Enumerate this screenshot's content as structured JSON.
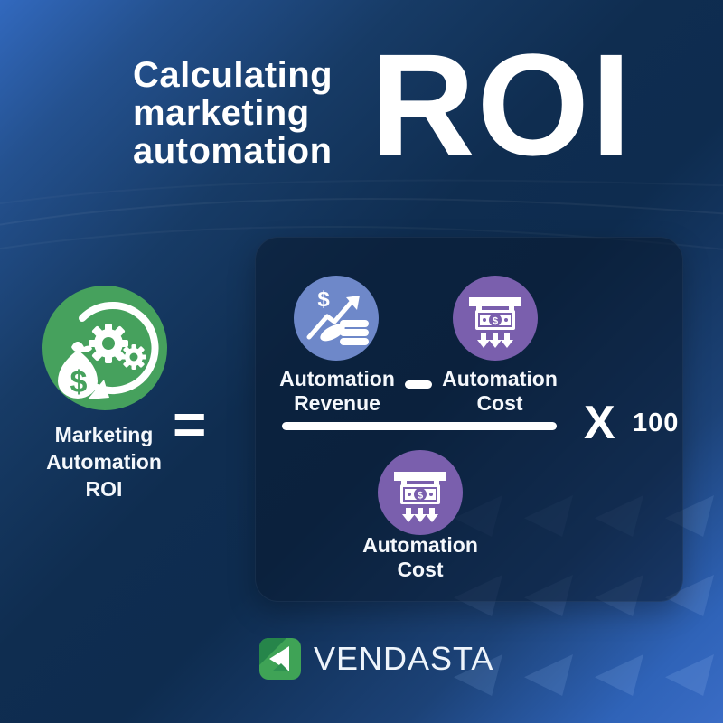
{
  "title": {
    "line1": "Calculating",
    "line2": "marketing",
    "line3": "automation",
    "roi": "ROI"
  },
  "equation": {
    "result_label": {
      "line1": "Marketing",
      "line2": "Automation",
      "line3": "ROI"
    },
    "equals_sign": "=",
    "numerator_left": {
      "line1": "Automation",
      "line2": "Revenue"
    },
    "minus_sign": "−",
    "numerator_right": {
      "line1": "Automation",
      "line2": "Cost"
    },
    "denominator": {
      "line1": "Automation",
      "line2": "Cost"
    },
    "times_sign": "X",
    "multiplier": "100",
    "dollar_sign": "$"
  },
  "icons": {
    "result": "money-bag-gears-cycle-icon",
    "revenue": "dollar-growth-coins-icon",
    "cost": "cash-dispenser-icon",
    "brand": "vendasta-logo-icon"
  },
  "footer": {
    "brand": "VENDASTA"
  },
  "colors": {
    "background_top_left": "#3269be",
    "background_dark": "#0f2d50",
    "background_bottom_right": "#3a6cc5",
    "panel": "rgba(10,25,48,0.55)",
    "green_circle": "#46a15d",
    "blue_circle": "#6e88c9",
    "purple_circle": "#7a5fad",
    "text": "#ffffff"
  }
}
